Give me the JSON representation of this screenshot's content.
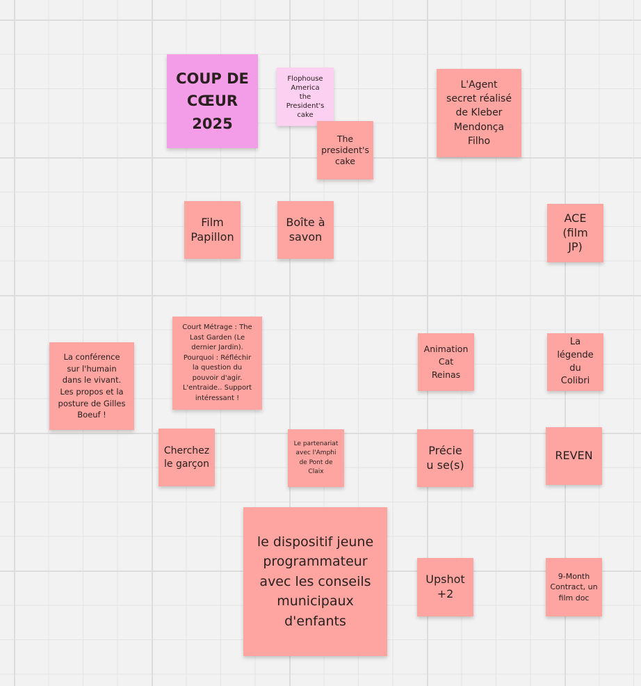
{
  "board": {
    "stickies": [
      {
        "text": "COUP DE CŒUR 2025",
        "color": "#f39de8"
      },
      {
        "text": "Flophouse America the President's cake",
        "color": "#fbd0f1"
      },
      {
        "text": "The president's cake",
        "color": "#fea5a1"
      },
      {
        "text": "L'Agent secret réalisé de Kleber Mendonça Filho",
        "color": "#fea5a1"
      },
      {
        "text": "Film Papillon",
        "color": "#fea5a1"
      },
      {
        "text": "Boîte à savon",
        "color": "#fea5a1"
      },
      {
        "text": "ACE (film JP)",
        "color": "#fea5a1"
      },
      {
        "text": "Court Métrage : The Last Garden (Le dernier Jardin). Pourquoi : Réfléchir la question du pouvoir d'agir. L'entraide.. Support intéressant !",
        "color": "#fea5a1"
      },
      {
        "text": "La conférence sur l'humain dans le vivant. Les propos et la posture de Gilles Boeuf !",
        "color": "#fea5a1"
      },
      {
        "text": "Animation Cat Reinas",
        "color": "#fea5a1"
      },
      {
        "text": "La légende du Colibri",
        "color": "#fea5a1"
      },
      {
        "text": "Cherchez le garçon",
        "color": "#fea5a1"
      },
      {
        "text": "Le partenariat avec l'Amphi de Pont de Claix",
        "color": "#fea5a1"
      },
      {
        "text": "Précieu se(s)",
        "color": "#fea5a1"
      },
      {
        "text": "REVEN",
        "color": "#fea5a1"
      },
      {
        "text": "le dispositif jeune programmateur avec les conseils municipaux d'enfants",
        "color": "#fea5a1"
      },
      {
        "text": "Upshot +2",
        "color": "#fea5a1"
      },
      {
        "text": "9-Month Contract, un film doc",
        "color": "#fea5a1"
      }
    ]
  }
}
